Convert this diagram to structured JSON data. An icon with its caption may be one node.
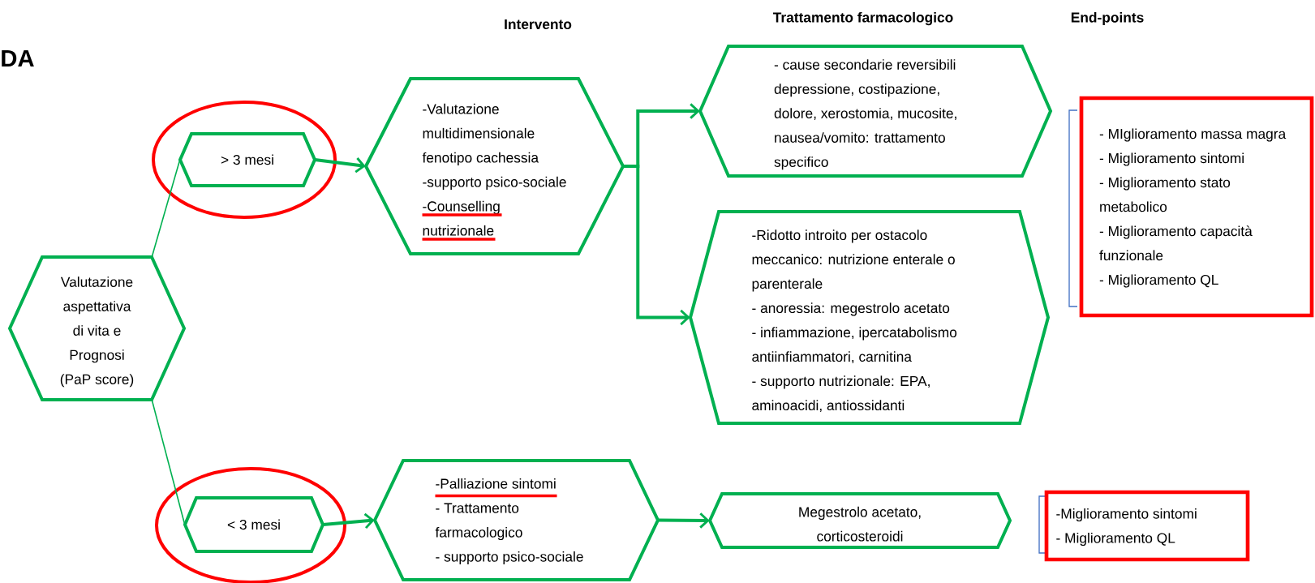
{
  "diagram": {
    "nodes": [
      {
        "text": [
          "Valutazione aspettativa di vita e Prognosi (PaP score)"
        ]
      },
      {
        "text": [
          "> 3 mesi"
        ]
      },
      {
        "text": [
          "-Valutazione multidimensionale fenotipo cachessia",
          "-supporto psico-sociale",
          "-Counselling nutrizionale"
        ]
      },
      {
        "text": [
          "- cause secondarie reversibili depressione, costipazione, dolore, xerostomia, mucosite, nausea/vomito: trattamento specifico"
        ]
      },
      {
        "text": [
          "-Ridotto introito per ostacolo meccanico: nutrizione enterale o parenterale",
          "- anoressia: megestrolo acetato",
          "- infiammazione, ipercatabolismo antiinfiammatori, carnitina",
          "- supporto nutrizionale: EPA, aminoacidi, antiossidanti"
        ]
      },
      {
        "text": [
          "- MIglioramento massa magra",
          "- Miglioramento sintomi",
          "- Miglioramento stato metabolico",
          "- Miglioramento capacità funzionale",
          "- Miglioramento QL"
        ]
      },
      {
        "text": [
          "< 3 mesi"
        ]
      },
      {
        "text": [
          "-Palliazione sintomi",
          "- Trattamento farmacologico",
          "- supporto psico-sociale"
        ]
      },
      {
        "text": [
          "Megestrolo acetato, corticosteroidi"
        ]
      },
      {
        "text": [
          "-Miglioramento sintomi",
          "- Miglioramento QL"
        ]
      }
    ],
    "edges": [
      {
        "from": 0,
        "to": 1,
        "arrow": "none"
      },
      {
        "from": 0,
        "to": 6,
        "arrow": "none"
      },
      {
        "from": 1,
        "to": 2,
        "arrow": "to"
      },
      {
        "from": 2,
        "to": 3,
        "arrow": "to"
      },
      {
        "from": 2,
        "to": 4,
        "arrow": "to"
      },
      {
        "from": 6,
        "to": 7,
        "arrow": "to"
      },
      {
        "from": 7,
        "to": 8,
        "arrow": "to"
      }
    ],
    "labels": [
      "Intervento",
      "Trattamento farmacologico",
      "End-points",
      "DA"
    ]
  }
}
